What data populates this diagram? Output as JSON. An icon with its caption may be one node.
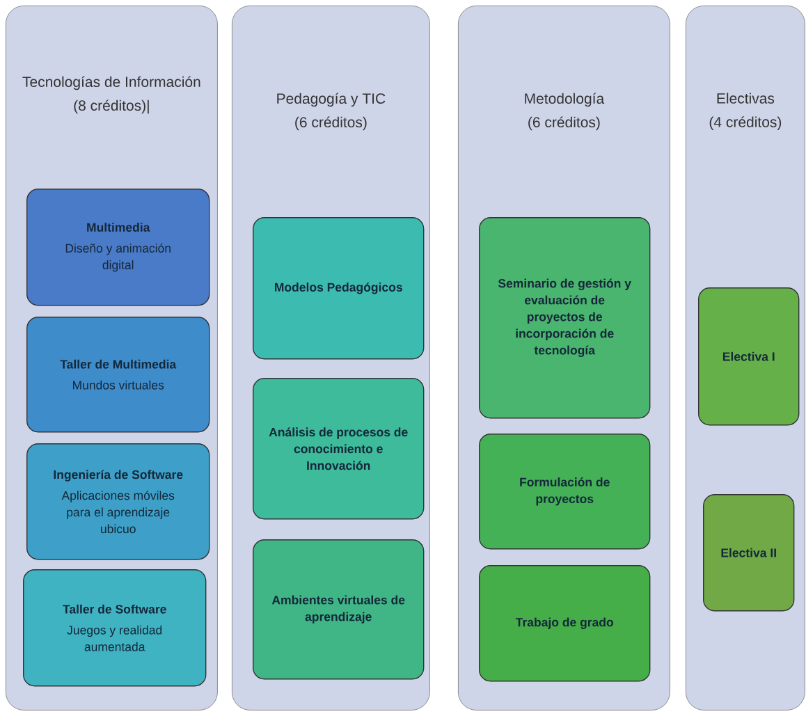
{
  "diagram": {
    "nodes": [
      {
        "text": [
          "Tecnologías de Información",
          "(8 créditos)|"
        ]
      },
      {
        "text": [
          "Multimedia",
          "Diseño y animación digital"
        ],
        "in": 0
      },
      {
        "text": [
          "Taller de Multimedia",
          "Mundos virtuales"
        ],
        "in": 0
      },
      {
        "text": [
          "Ingeniería de Software",
          "Aplicaciones móviles para el aprendizaje ubicuo"
        ],
        "in": 0
      },
      {
        "text": [
          "Taller de Software",
          "Juegos y realidad aumentada"
        ],
        "in": 0
      },
      {
        "text": [
          "Pedagogía y TIC",
          "(6 créditos)"
        ]
      },
      {
        "text": [
          "Modelos Pedagógicos"
        ],
        "in": 5
      },
      {
        "text": [
          "Análisis de procesos de conocimiento e Innovación"
        ],
        "in": 5
      },
      {
        "text": [
          "Ambientes virtuales de aprendizaje"
        ],
        "in": 5
      },
      {
        "text": [
          "Metodología",
          "(6 créditos)"
        ]
      },
      {
        "text": [
          "Seminario de gestión y evaluación de proyectos de incorporación de tecnología"
        ],
        "in": 9
      },
      {
        "text": [
          "Formulación de proyectos"
        ],
        "in": 9
      },
      {
        "text": [
          "Trabajo de grado"
        ],
        "in": 9
      },
      {
        "text": [
          "Electivas",
          "(4 créditos)"
        ]
      },
      {
        "text": [
          "Electiva I"
        ],
        "in": 13
      },
      {
        "text": [
          "Electiva II"
        ],
        "in": 13
      }
    ]
  }
}
